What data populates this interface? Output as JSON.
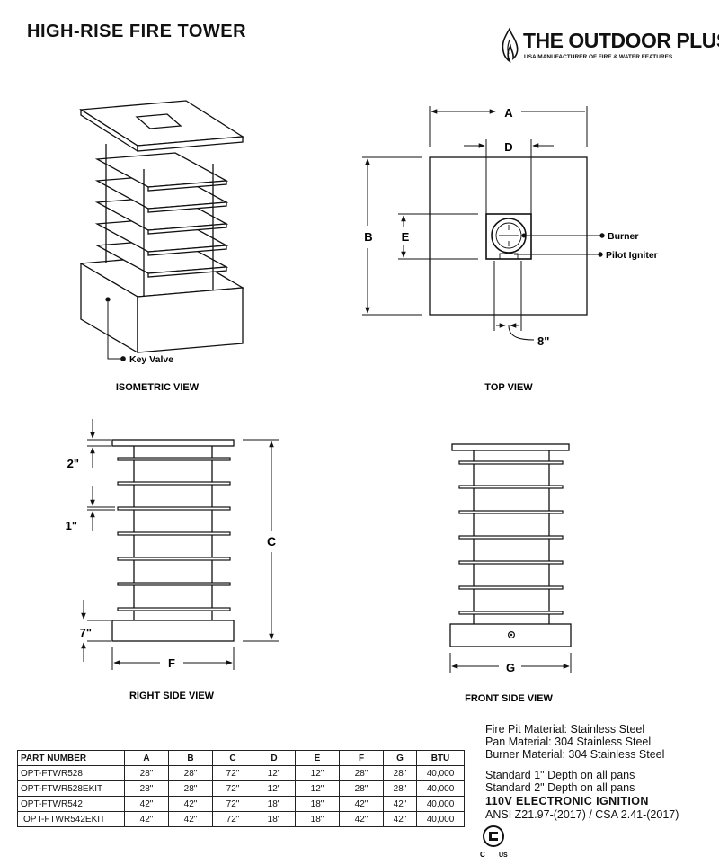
{
  "title": "HIGH-RISE FIRE TOWER",
  "brand": {
    "name": "THE OUTDOOR PLUS",
    "tagline": "USA MANUFACTURER OF FIRE & WATER FEATURES"
  },
  "views": {
    "isometric": {
      "caption": "ISOMETRIC VIEW",
      "callouts": {
        "key_valve": "Key Valve"
      }
    },
    "top": {
      "caption": "TOP VIEW",
      "dims": {
        "a": "A",
        "b": "B",
        "d": "D",
        "e": "E",
        "eight": "8\""
      },
      "callouts": {
        "burner": "Burner",
        "pilot": "Pilot Igniter"
      }
    },
    "right_side": {
      "caption": "RIGHT SIDE VIEW",
      "dims": {
        "two": "2\"",
        "one": "1\"",
        "seven": "7\"",
        "c": "C",
        "f": "F"
      }
    },
    "front_side": {
      "caption": "FRONT SIDE VIEW",
      "dims": {
        "g": "G"
      }
    }
  },
  "specs": {
    "materials": [
      "Fire Pit Material: Stainless Steel",
      "Pan Material: 304 Stainless Steel",
      "Burner Material: 304 Stainless Steel"
    ],
    "depths": [
      "Standard 1\" Depth on all pans",
      "Standard 2\" Depth on all pans"
    ],
    "ignition": "110V ELECTRONIC IGNITION",
    "standards": "ANSI Z21.97-(2017) / CSA 2.41-(2017)",
    "cert": {
      "left": "C",
      "right": "US"
    }
  },
  "table": {
    "headers": [
      "PART NUMBER",
      "A",
      "B",
      "C",
      "D",
      "E",
      "F",
      "G",
      "BTU"
    ],
    "rows": [
      [
        "OPT-FTWR528",
        "28\"",
        "28\"",
        "72\"",
        "12\"",
        "12\"",
        "28\"",
        "28\"",
        "40,000"
      ],
      [
        "OPT-FTWR528EKIT",
        "28\"",
        "28\"",
        "72\"",
        "12\"",
        "12\"",
        "28\"",
        "28\"",
        "40,000"
      ],
      [
        "OPT-FTWR542",
        "42\"",
        "42\"",
        "72\"",
        "18\"",
        "18\"",
        "42\"",
        "42\"",
        "40,000"
      ],
      [
        "OPT-FTWR542EKIT",
        "42\"",
        "42\"",
        "72\"",
        "18\"",
        "18\"",
        "42\"",
        "42\"",
        "40,000"
      ]
    ]
  }
}
